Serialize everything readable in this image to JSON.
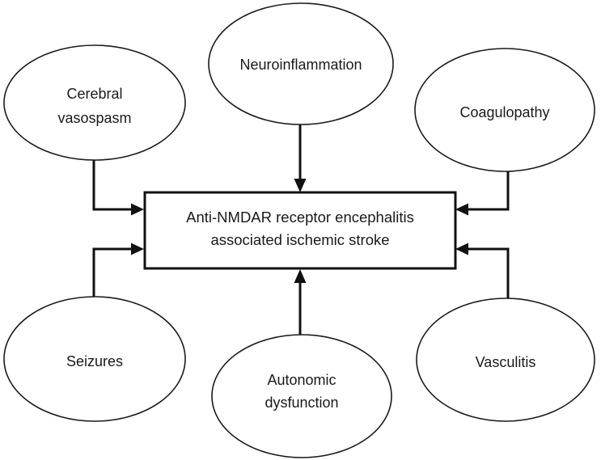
{
  "figure": {
    "type": "concept-diagram",
    "background_color": "#ffffff",
    "line_color": "#111111",
    "text_color": "#1a1a1a"
  },
  "center": {
    "label_line1": "Anti-NMDAR receptor encephalitis",
    "label_line2": "associated ischemic stroke",
    "shape": "rectangle"
  },
  "nodes": [
    {
      "id": "cerebral-vasospasm",
      "label_line1": "Cerebral",
      "label_line2": "vasospasm",
      "shape": "ellipse",
      "position": "top-left"
    },
    {
      "id": "neuroinflammation",
      "label_line1": "Neuroinflammation",
      "label_line2": "",
      "shape": "ellipse",
      "position": "top-center"
    },
    {
      "id": "coagulopathy",
      "label_line1": "Coagulopathy",
      "label_line2": "",
      "shape": "ellipse",
      "position": "top-right"
    },
    {
      "id": "seizures",
      "label_line1": "Seizures",
      "label_line2": "",
      "shape": "ellipse",
      "position": "bottom-left"
    },
    {
      "id": "autonomic-dysfunction",
      "label_line1": "Autonomic",
      "label_line2": "dysfunction",
      "shape": "ellipse",
      "position": "bottom-center"
    },
    {
      "id": "vasculitis",
      "label_line1": "Vasculitis",
      "label_line2": "",
      "shape": "ellipse",
      "position": "bottom-right"
    }
  ],
  "edges": [
    {
      "from": "cerebral-vasospasm",
      "to": "center",
      "direction": "points-right"
    },
    {
      "from": "neuroinflammation",
      "to": "center",
      "direction": "points-down"
    },
    {
      "from": "coagulopathy",
      "to": "center",
      "direction": "points-left"
    },
    {
      "from": "seizures",
      "to": "center",
      "direction": "points-right"
    },
    {
      "from": "autonomic-dysfunction",
      "to": "center",
      "direction": "points-up"
    },
    {
      "from": "vasculitis",
      "to": "center",
      "direction": "points-left"
    }
  ]
}
